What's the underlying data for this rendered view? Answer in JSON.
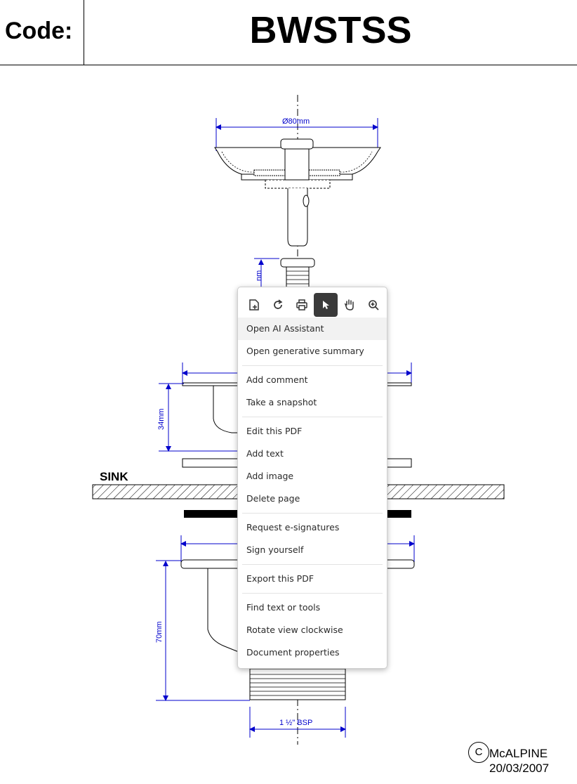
{
  "header": {
    "code_label": "Code:",
    "code_value": "BWSTSS"
  },
  "drawing": {
    "dim_top_diameter": "Ø80mm",
    "dim_partial": "nm",
    "dim_34": "34mm",
    "dim_70": "70mm",
    "dim_bsp": "1 ½\" BSP",
    "sink_label": "SINK"
  },
  "footer": {
    "copyright_symbol": "C",
    "brand": "McALPINE",
    "date": "20/03/2007"
  },
  "context_menu": {
    "toolbar": [
      {
        "icon": "page-crop-icon",
        "active": false
      },
      {
        "icon": "rotate-icon",
        "active": false
      },
      {
        "icon": "print-icon",
        "active": false
      },
      {
        "icon": "select-cursor-icon",
        "active": true
      },
      {
        "icon": "hand-tool-icon",
        "active": false
      },
      {
        "icon": "zoom-in-icon",
        "active": false
      }
    ],
    "items": [
      {
        "label": "Open AI Assistant"
      },
      {
        "label": "Open generative summary"
      },
      {
        "label": "Add comment"
      },
      {
        "label": "Take a snapshot"
      },
      {
        "label": "Edit this PDF"
      },
      {
        "label": "Add text"
      },
      {
        "label": "Add image"
      },
      {
        "label": "Delete page"
      },
      {
        "label": "Request e-signatures"
      },
      {
        "label": "Sign yourself"
      },
      {
        "label": "Export this PDF"
      },
      {
        "label": "Find text or tools"
      },
      {
        "label": "Rotate view clockwise"
      },
      {
        "label": "Document properties"
      }
    ]
  },
  "colors": {
    "dimension_blue": "#0000cc",
    "menu_active": "#3a3a3a"
  }
}
